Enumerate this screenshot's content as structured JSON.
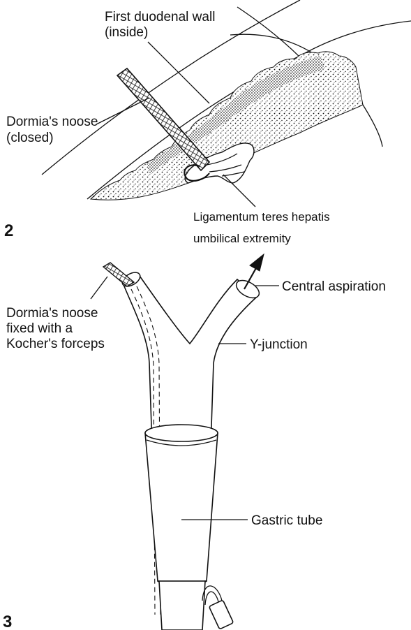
{
  "figure2": {
    "number": "2",
    "labels": {
      "duodenal_wall_line1": "First duodenal wall",
      "duodenal_wall_line2": "(inside)",
      "noose_line1": "Dormia's noose",
      "noose_line2": "(closed)",
      "ligamentum_line1": "Ligamentum teres hepatis",
      "ligamentum_line2": "umbilical extremity"
    }
  },
  "figure3": {
    "number": "3",
    "labels": {
      "noose_fixed_line1": "Dormia's noose",
      "noose_fixed_line2": "fixed with a",
      "noose_fixed_line3": "Kocher's forceps",
      "central_aspiration": "Central aspiration",
      "y_junction": "Y-junction",
      "gastric_tube": "Gastric tube"
    }
  }
}
